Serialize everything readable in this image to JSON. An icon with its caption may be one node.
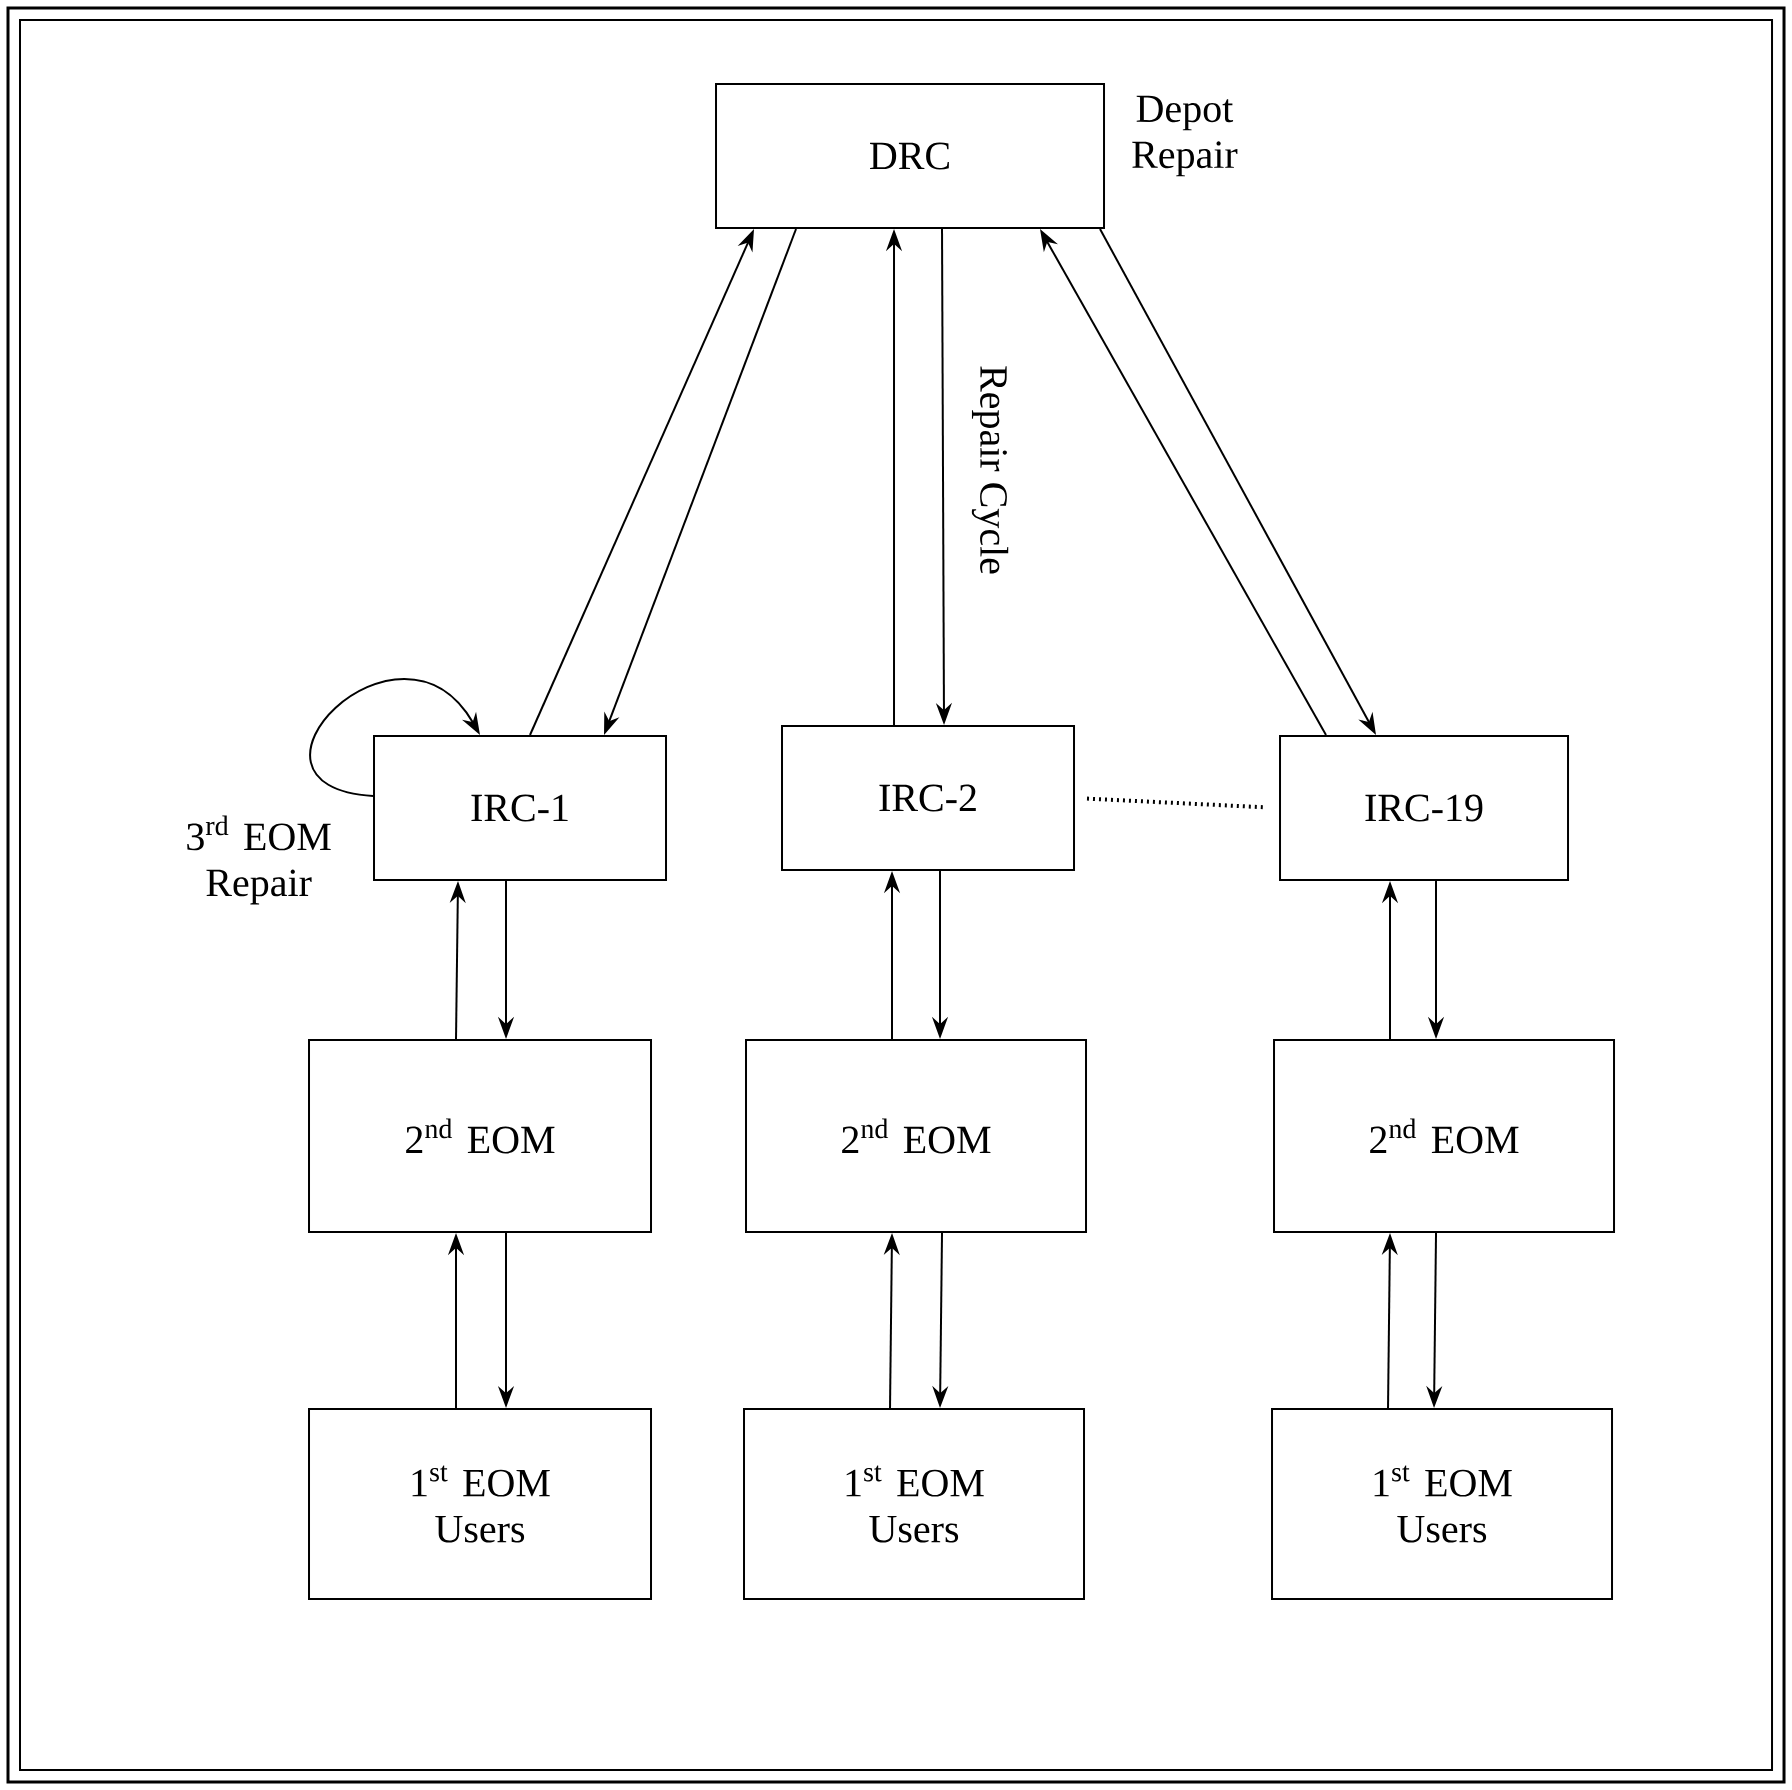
{
  "diagram": {
    "nodes": [
      {
        "text": [
          "DRC"
        ],
        "beside": [
          "Depot Repair"
        ]
      },
      {
        "text": [
          "IRC-1"
        ],
        "beside": [
          "3$^{rd}$ EOM Repair"
        ]
      },
      {
        "text": [
          "IRC-2"
        ]
      },
      {
        "text": [
          "IRC-19"
        ]
      },
      {
        "text": [
          "2$^{nd}$ EOM"
        ]
      },
      {
        "text": [
          "2$^{nd}$ EOM"
        ]
      },
      {
        "text": [
          "2$^{nd}$ EOM"
        ]
      },
      {
        "text": [
          "1$^{st}$ EOM Users"
        ]
      },
      {
        "text": [
          "1$^{st}$ EOM Users"
        ]
      },
      {
        "text": [
          "1$^{st}$ EOM Users"
        ]
      }
    ],
    "edges": [
      {
        "from": 1,
        "to": 0,
        "arrow": "to"
      },
      {
        "from": 0,
        "to": 1,
        "arrow": "to"
      },
      {
        "from": 2,
        "to": 0,
        "arrow": "to"
      },
      {
        "from": 0,
        "to": 2,
        "arrow": "to"
      },
      {
        "from": 3,
        "to": 0,
        "arrow": "to"
      },
      {
        "from": 0,
        "to": 3,
        "arrow": "to"
      },
      {
        "from": 1,
        "to": 1,
        "arrow": "to"
      },
      {
        "from": 4,
        "to": 1,
        "arrow": "to"
      },
      {
        "from": 1,
        "to": 4,
        "arrow": "to"
      },
      {
        "from": 5,
        "to": 2,
        "arrow": "to"
      },
      {
        "from": 2,
        "to": 5,
        "arrow": "to"
      },
      {
        "from": 6,
        "to": 3,
        "arrow": "to"
      },
      {
        "from": 3,
        "to": 6,
        "arrow": "to"
      },
      {
        "from": 7,
        "to": 4,
        "arrow": "to"
      },
      {
        "from": 4,
        "to": 7,
        "arrow": "to"
      },
      {
        "from": 8,
        "to": 5,
        "arrow": "to"
      },
      {
        "from": 5,
        "to": 8,
        "arrow": "to"
      },
      {
        "from": 9,
        "to": 6,
        "arrow": "to"
      },
      {
        "from": 6,
        "to": 9,
        "arrow": "to"
      },
      {
        "from": 2,
        "to": 3,
        "arrow": "none",
        "style": "dashed"
      }
    ],
    "labels": [
      "Repair Cycle"
    ]
  }
}
